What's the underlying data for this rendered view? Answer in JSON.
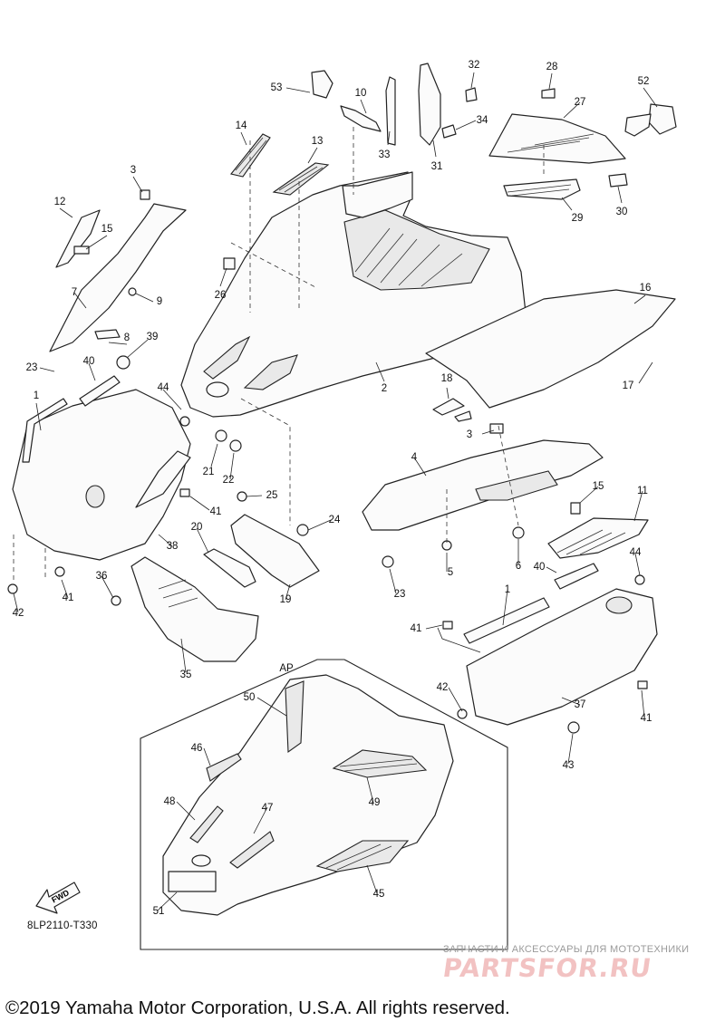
{
  "callouts": [
    {
      "id": "53",
      "label": "53"
    },
    {
      "id": "10",
      "label": "10"
    },
    {
      "id": "32",
      "label": "32"
    },
    {
      "id": "28",
      "label": "28"
    },
    {
      "id": "52",
      "label": "52"
    },
    {
      "id": "27",
      "label": "27"
    },
    {
      "id": "34",
      "label": "34"
    },
    {
      "id": "14",
      "label": "14"
    },
    {
      "id": "13",
      "label": "13"
    },
    {
      "id": "33",
      "label": "33"
    },
    {
      "id": "31",
      "label": "31"
    },
    {
      "id": "3a",
      "label": "3"
    },
    {
      "id": "12",
      "label": "12"
    },
    {
      "id": "15a",
      "label": "15"
    },
    {
      "id": "29",
      "label": "29"
    },
    {
      "id": "30",
      "label": "30"
    },
    {
      "id": "26",
      "label": "26"
    },
    {
      "id": "7",
      "label": "7"
    },
    {
      "id": "9",
      "label": "9"
    },
    {
      "id": "16",
      "label": "16"
    },
    {
      "id": "8",
      "label": "8"
    },
    {
      "id": "39",
      "label": "39"
    },
    {
      "id": "23a",
      "label": "23"
    },
    {
      "id": "40a",
      "label": "40"
    },
    {
      "id": "2",
      "label": "2"
    },
    {
      "id": "17",
      "label": "17"
    },
    {
      "id": "18",
      "label": "18"
    },
    {
      "id": "44a",
      "label": "44"
    },
    {
      "id": "1a",
      "label": "1"
    },
    {
      "id": "3b",
      "label": "3"
    },
    {
      "id": "4",
      "label": "4"
    },
    {
      "id": "21",
      "label": "21"
    },
    {
      "id": "22",
      "label": "22"
    },
    {
      "id": "41a",
      "label": "41"
    },
    {
      "id": "25",
      "label": "25"
    },
    {
      "id": "15b",
      "label": "15"
    },
    {
      "id": "11",
      "label": "11"
    },
    {
      "id": "24",
      "label": "24"
    },
    {
      "id": "20",
      "label": "20"
    },
    {
      "id": "38",
      "label": "38"
    },
    {
      "id": "5",
      "label": "5"
    },
    {
      "id": "6",
      "label": "6"
    },
    {
      "id": "44b",
      "label": "44"
    },
    {
      "id": "40b",
      "label": "40"
    },
    {
      "id": "36",
      "label": "36"
    },
    {
      "id": "41b",
      "label": "41"
    },
    {
      "id": "23b",
      "label": "23"
    },
    {
      "id": "19",
      "label": "19"
    },
    {
      "id": "42a",
      "label": "42"
    },
    {
      "id": "1b",
      "label": "1"
    },
    {
      "id": "41c",
      "label": "41"
    },
    {
      "id": "35",
      "label": "35"
    },
    {
      "id": "42b",
      "label": "42"
    },
    {
      "id": "37",
      "label": "37"
    },
    {
      "id": "41d",
      "label": "41"
    },
    {
      "id": "43",
      "label": "43"
    },
    {
      "id": "50",
      "label": "50"
    },
    {
      "id": "46",
      "label": "46"
    },
    {
      "id": "49",
      "label": "49"
    },
    {
      "id": "48",
      "label": "48"
    },
    {
      "id": "47",
      "label": "47"
    },
    {
      "id": "45",
      "label": "45"
    },
    {
      "id": "51",
      "label": "51"
    }
  ],
  "detail_view_label": "AP",
  "fwd_label": "FWD",
  "diagram_code": "8LP2110-T330",
  "watermark": {
    "caption": "ЗАПЧАСТИ И АКСЕССУАРЫ ДЛЯ МОТОТЕХНИКИ",
    "logo": "PARTSFOR.RU"
  },
  "copyright": "©2019 Yamaha Motor Corporation, U.S.A. All rights reserved."
}
